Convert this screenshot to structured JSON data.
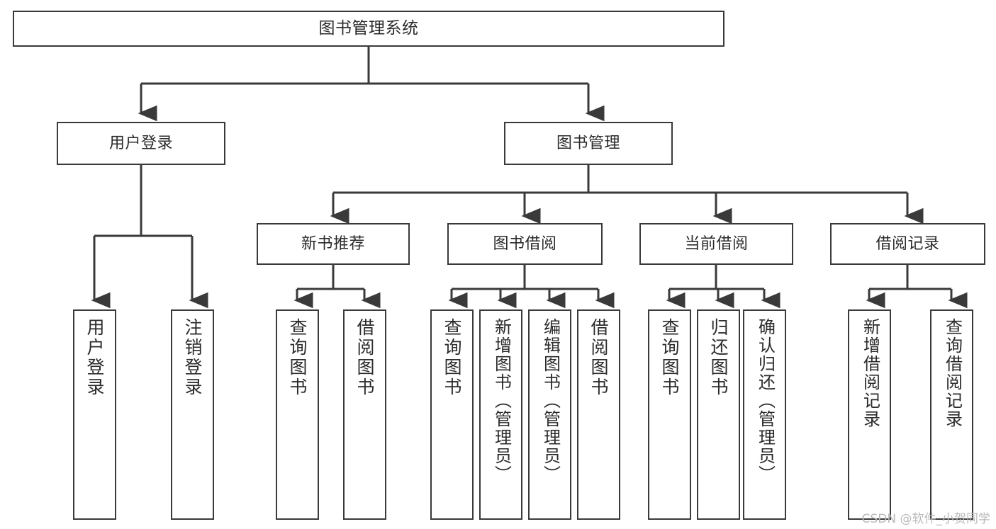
{
  "diagram": {
    "type": "tree",
    "title": "图书管理系统",
    "orientation": "top-down",
    "colors": {
      "box_border": "#3a3a3a",
      "box_fill": "#ffffff",
      "edge": "#3a3a3a",
      "text": "#2b2b2b",
      "watermark": "#b9b9b9"
    }
  },
  "nodes": {
    "root": {
      "label": "图书管理系统"
    },
    "level1": [
      {
        "label": "用户登录"
      },
      {
        "label": "图书管理"
      }
    ],
    "level2": [
      {
        "label": "新书推荐"
      },
      {
        "label": "图书借阅"
      },
      {
        "label": "当前借阅"
      },
      {
        "label": "借阅记录"
      }
    ],
    "leaves": {
      "user_login": [
        {
          "label": "用户登录"
        },
        {
          "label": "注销登录"
        }
      ],
      "new_book_recommend": [
        {
          "label": "查询图书"
        },
        {
          "label": "借阅图书"
        }
      ],
      "book_borrow": [
        {
          "label": "查询图书"
        },
        {
          "label": "新增图书（管理员）"
        },
        {
          "label": "编辑图书（管理员）"
        },
        {
          "label": "借阅图书"
        }
      ],
      "current_borrow": [
        {
          "label": "查询图书"
        },
        {
          "label": "归还图书"
        },
        {
          "label": "确认归还（管理员）"
        }
      ],
      "borrow_record": [
        {
          "label": "新增借阅记录"
        },
        {
          "label": "查询借阅记录"
        }
      ]
    }
  },
  "watermark": {
    "text": "CSDN @软件_小贺同学"
  }
}
